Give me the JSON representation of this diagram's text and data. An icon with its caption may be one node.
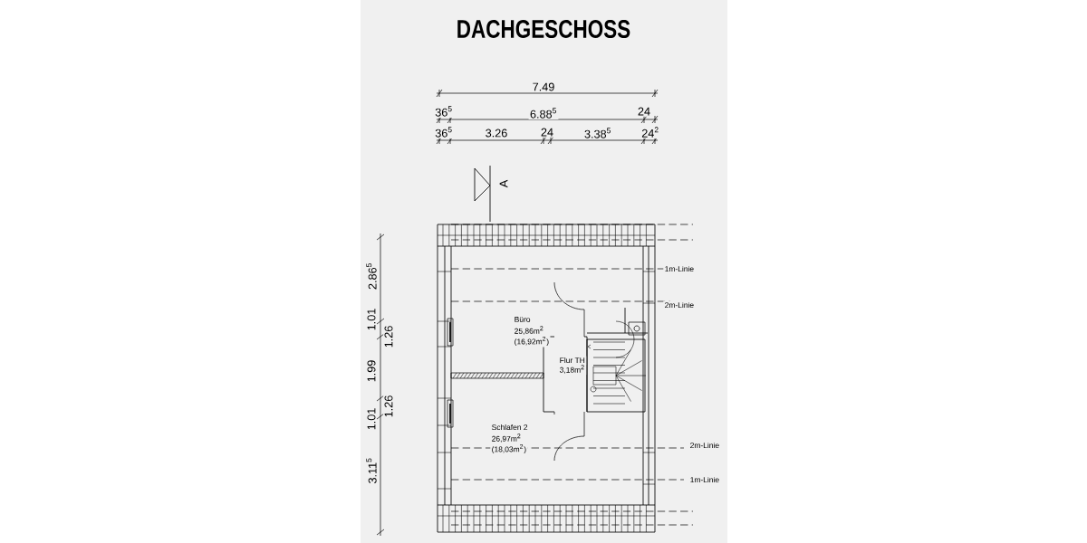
{
  "diagram": {
    "title": "DACHGESCHOSS",
    "labels": [
      "7.49",
      "36$^{5}$",
      "6.88$^{5}$",
      "24",
      "36$^{5}$",
      "3.26",
      "24",
      "3.38$^{5}$",
      "24$^{2}$",
      "A",
      "1m-Linie",
      "2m-Linie",
      "2.86$^{5}$",
      "1.01",
      "1.26",
      "Büro",
      "25,86m$^{2}$",
      "(16,92m$^{2}$)",
      "1.99",
      "Flur TH",
      "3,18m$^{2}$",
      "1.01",
      "1.26",
      "Schlafen 2",
      "26,97m$^{2}$",
      "(18,03m$^{2}$)",
      "2m-Linie",
      "1m-Linie",
      "3.11$^{5}$"
    ]
  }
}
